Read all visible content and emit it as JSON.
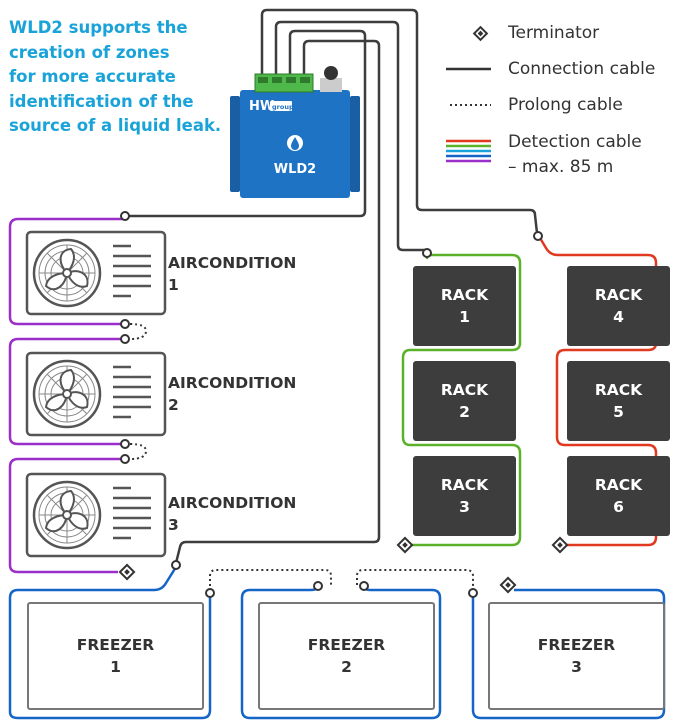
{
  "intro": {
    "lines": [
      "WLD2 supports the",
      "creation of zones",
      "for more accurate",
      "identification of the",
      "source of a liquid leak."
    ]
  },
  "legend": {
    "terminator": "Terminator",
    "connection": "Connection cable",
    "prolong": "Prolong cable",
    "detection_line1": "Detection cable",
    "detection_line2": "– max. 85 m"
  },
  "device": {
    "brand": "HW group",
    "brand_short": "HW",
    "brand_sub": "group",
    "name": "WLD2"
  },
  "aircons": [
    {
      "line1": "AIRCONDITION",
      "line2": "1"
    },
    {
      "line1": "AIRCONDITION",
      "line2": "2"
    },
    {
      "line1": "AIRCONDITION",
      "line2": "3"
    }
  ],
  "racks": [
    {
      "line1": "RACK",
      "line2": "1"
    },
    {
      "line1": "RACK",
      "line2": "2"
    },
    {
      "line1": "RACK",
      "line2": "3"
    },
    {
      "line1": "RACK",
      "line2": "4"
    },
    {
      "line1": "RACK",
      "line2": "5"
    },
    {
      "line1": "RACK",
      "line2": "6"
    }
  ],
  "freezers": [
    {
      "line1": "FREEZER",
      "line2": "1"
    },
    {
      "line1": "FREEZER",
      "line2": "2"
    },
    {
      "line1": "FREEZER",
      "line2": "3"
    }
  ],
  "colors": {
    "intro_text": "#1aa3d9",
    "connection_cable": "#3d3d3d",
    "purple_zone": "#9b2fc9",
    "green_zone": "#5bb22a",
    "red_zone": "#e0391f",
    "blue_zone": "#1565c8",
    "device_body": "#1e73c4",
    "rack_fill": "#3d3d3d",
    "detection_stripes": [
      "#e0391f",
      "#5bb22a",
      "#1aa3d9",
      "#1565c8",
      "#9b2fc9"
    ]
  }
}
